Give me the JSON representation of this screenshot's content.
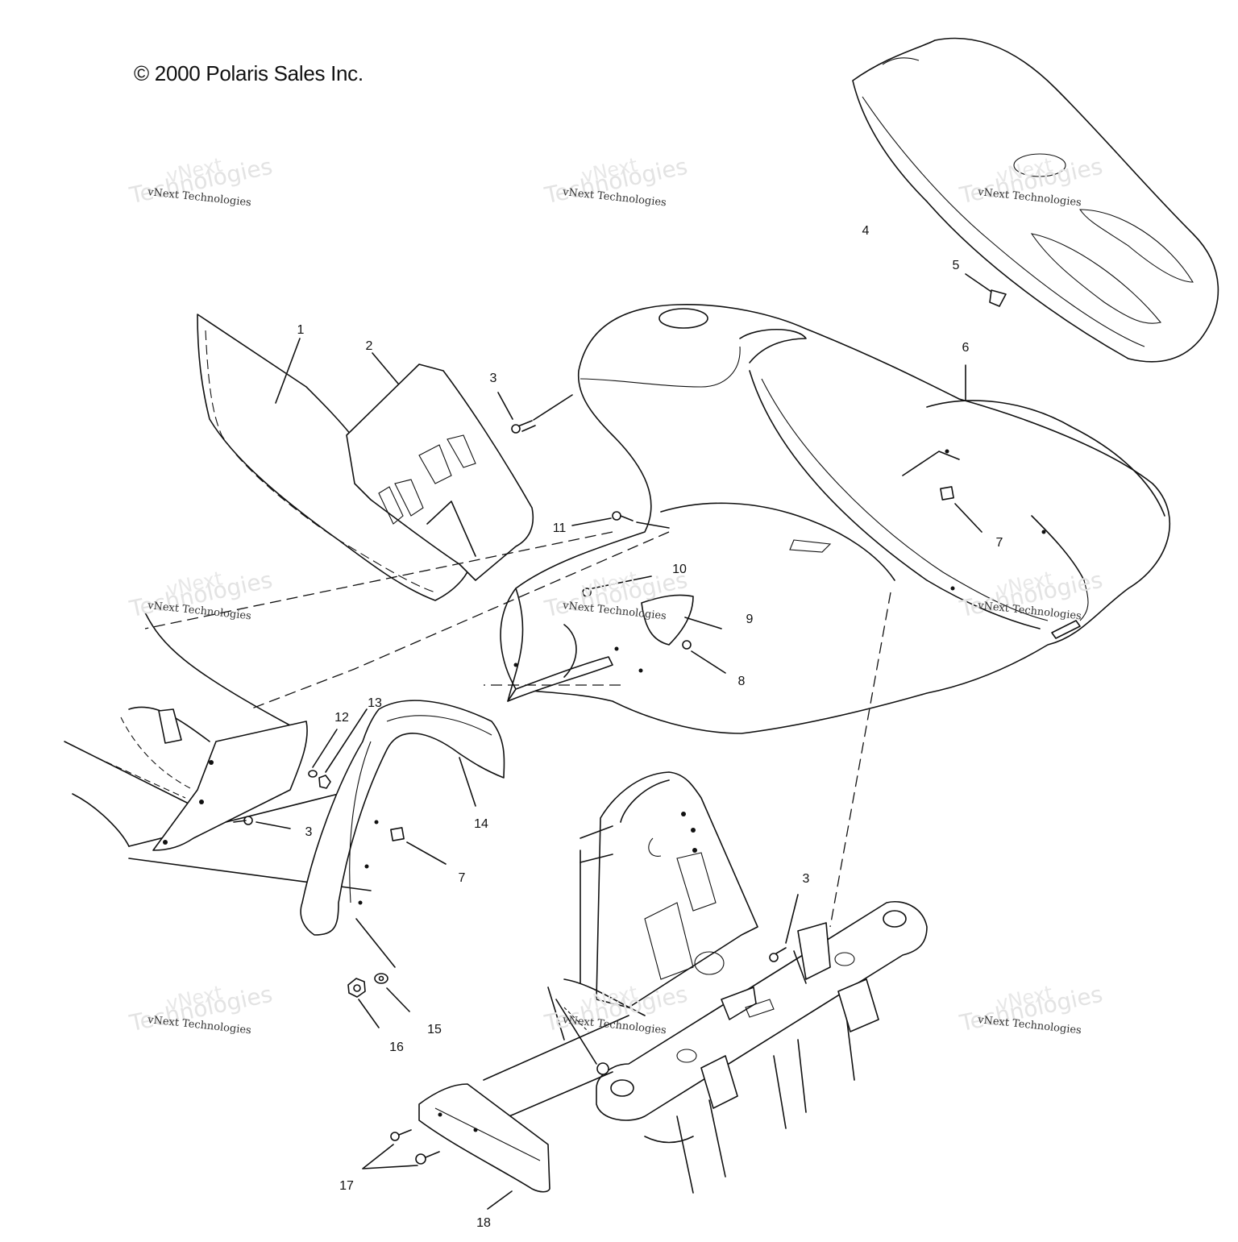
{
  "copyright": "© 2000 Polaris Sales Inc.",
  "watermark": {
    "line_big": "Technologies",
    "line_top": "vNext",
    "line_small": "vNext Technologies"
  },
  "callouts": [
    "1",
    "2",
    "3",
    "4",
    "5",
    "6",
    "7",
    "11",
    "10",
    "9",
    "8",
    "7",
    "12",
    "13",
    "14",
    "3",
    "3",
    "15",
    "16",
    "17",
    "18"
  ]
}
